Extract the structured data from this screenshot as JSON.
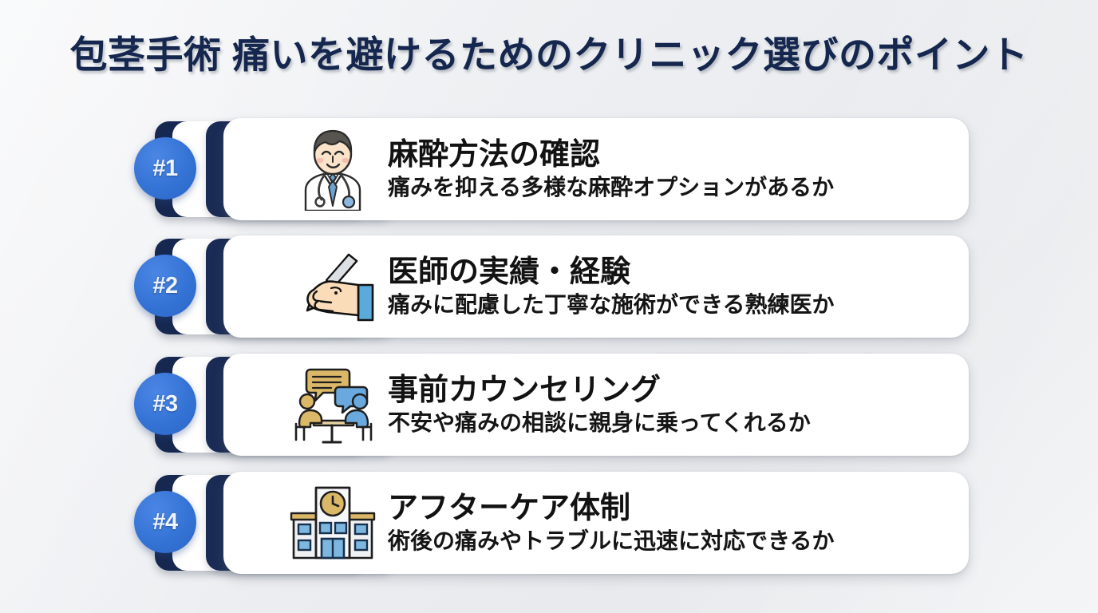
{
  "page": {
    "title": "包茎手術 痛いを避けるためのクリニック選びのポイント",
    "background_color": "#eceef1",
    "title_color": "#15274e",
    "accent_navy": "#1a2b55",
    "badge_blue": "#3473d5"
  },
  "items": [
    {
      "badge": "#1",
      "title": "麻酔方法の確認",
      "subtitle": "痛みを抑える多様な麻酔オプションがあるか",
      "icon": "doctor-icon"
    },
    {
      "badge": "#2",
      "title": "医師の実績・経験",
      "subtitle": "痛みに配慮した丁寧な施術ができる熟練医か",
      "icon": "hand-scalpel-icon"
    },
    {
      "badge": "#3",
      "title": "事前カウンセリング",
      "subtitle": "不安や痛みの相談に親身に乗ってくれるか",
      "icon": "counseling-icon"
    },
    {
      "badge": "#4",
      "title": "アフターケア体制",
      "subtitle": "術後の痛みやトラブルに迅速に対応できるか",
      "icon": "clinic-building-icon"
    }
  ]
}
